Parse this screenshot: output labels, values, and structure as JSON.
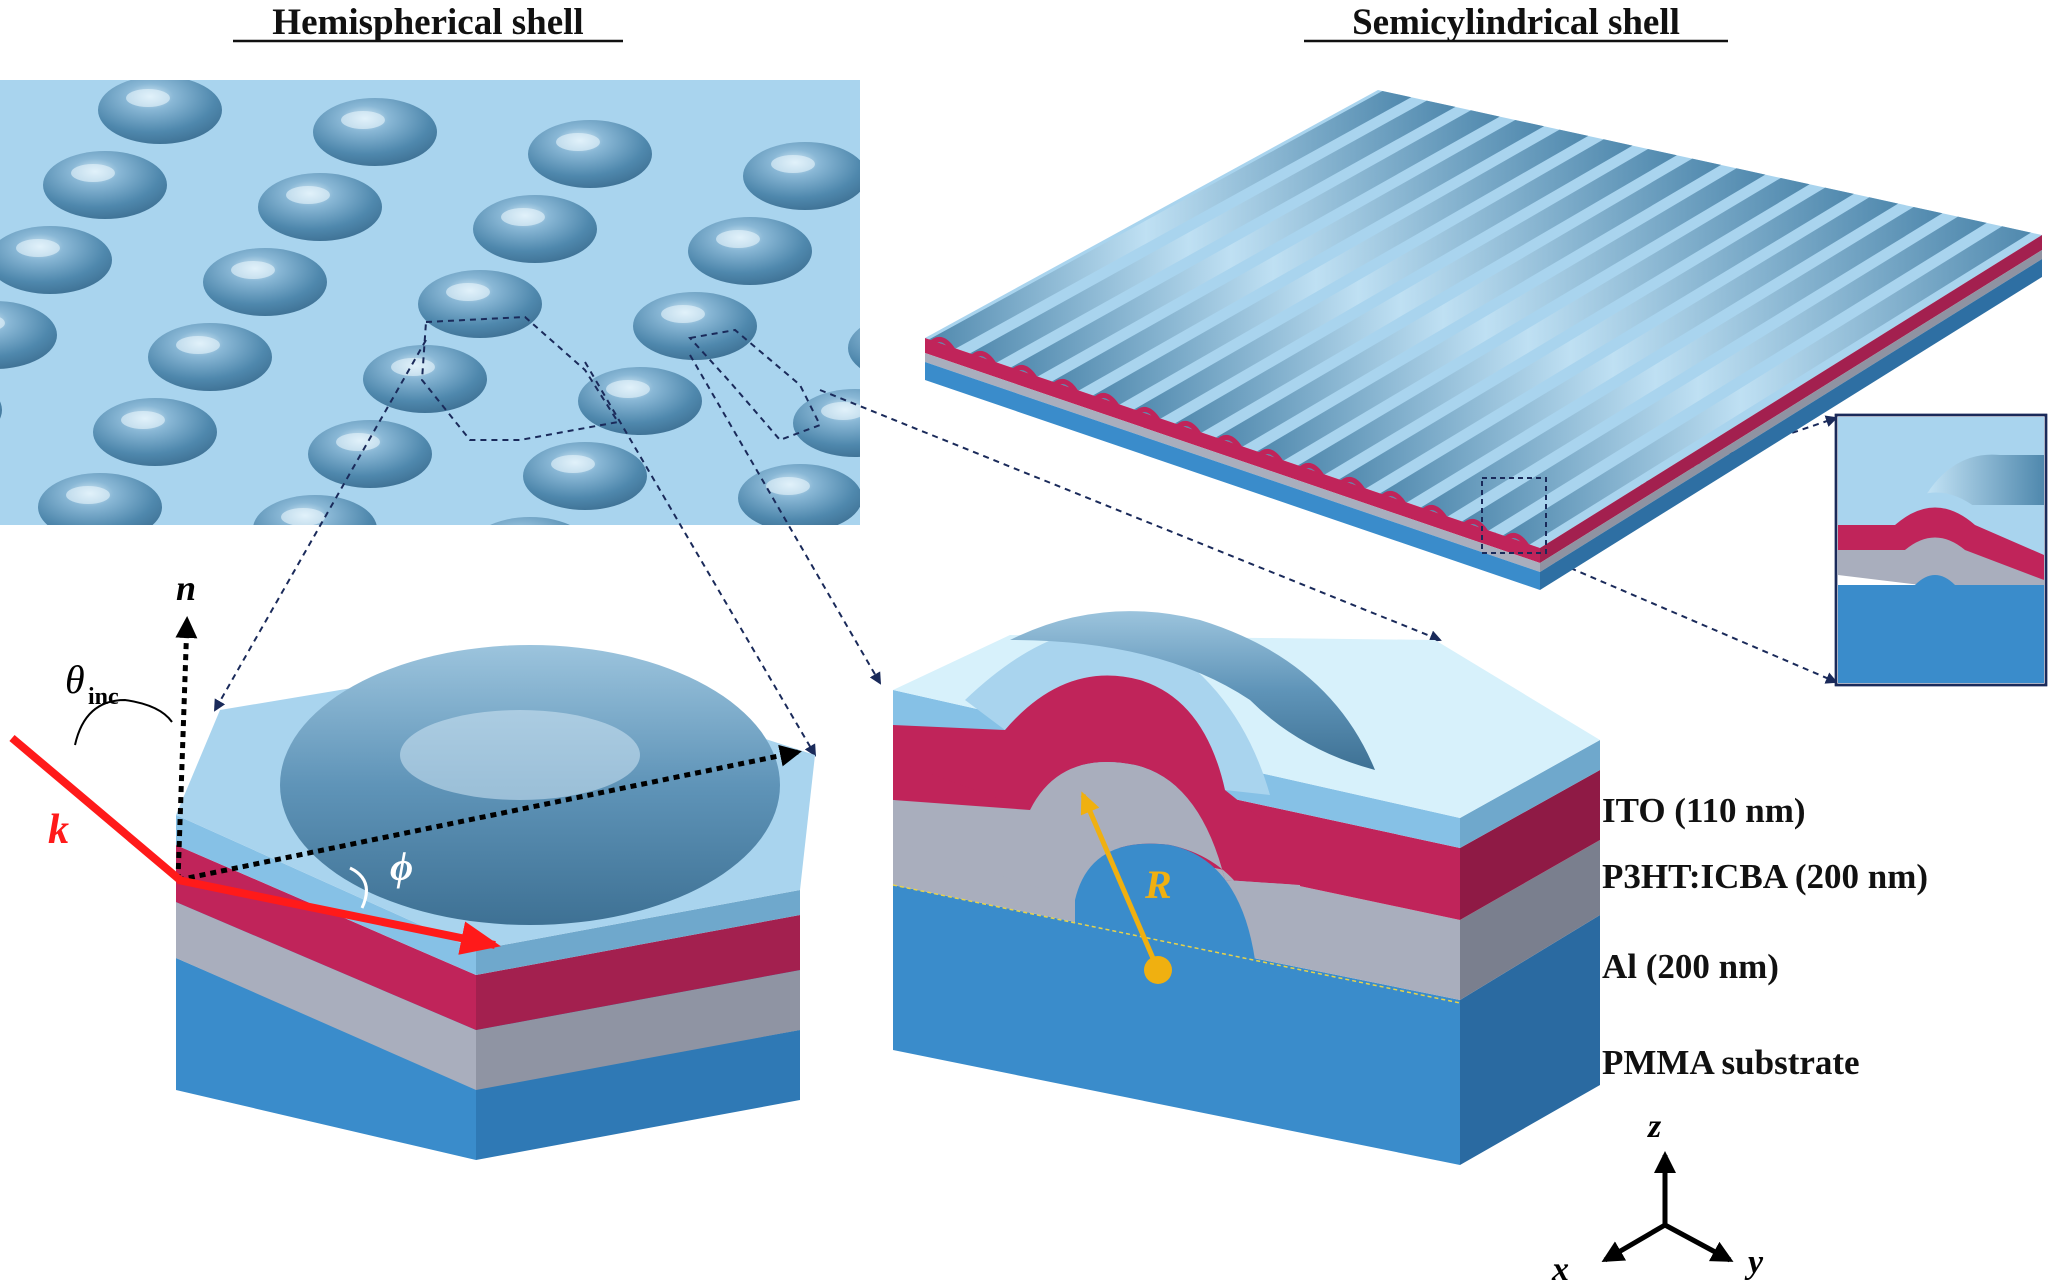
{
  "titles": {
    "left": "Hemispherical shell",
    "right": "Semicylindrical shell"
  },
  "layers": [
    {
      "label": "ITO (110 nm)",
      "color": "#a9d4ee"
    },
    {
      "label": "P3HT:ICBA (200 nm)",
      "color": "#c0245a"
    },
    {
      "label": "Al (200 nm)",
      "color": "#a9aebd"
    },
    {
      "label": "PMMA substrate",
      "color": "#3a8ccb"
    }
  ],
  "symbols": {
    "normal": "n",
    "theta": "θ",
    "theta_sub": "inc",
    "wavevector": "k",
    "azimuth": "ϕ",
    "radius": "R"
  },
  "axes": {
    "z": "z",
    "x": "x",
    "y": "y"
  },
  "colors": {
    "ito": "#a9d4ee",
    "active": "#c0245a",
    "al": "#a9aebd",
    "pmma": "#3a8ccb",
    "incident": "#ff1a1a",
    "radius_arrow": "#f0b010",
    "guide_lines": "#1a2a5a"
  }
}
